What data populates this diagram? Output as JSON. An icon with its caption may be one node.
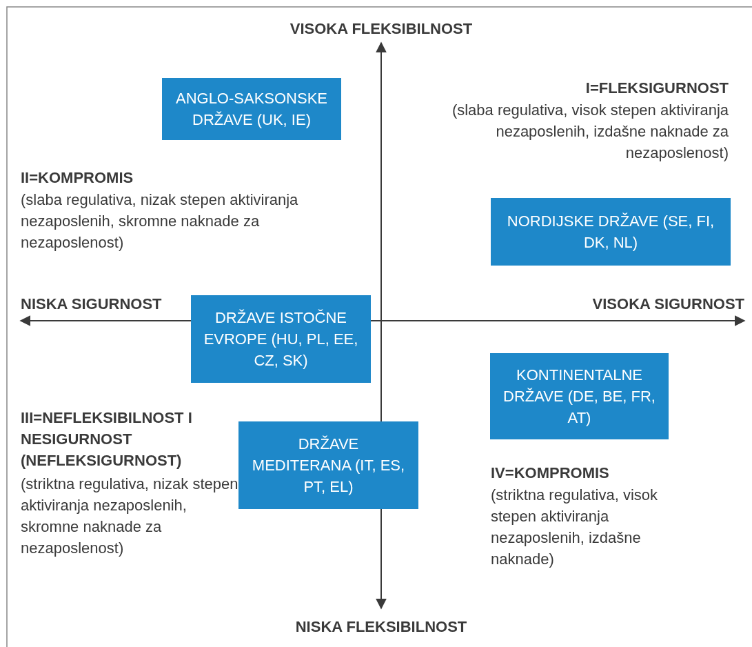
{
  "diagram": {
    "nodes": [
      {
        "text": [
          "ANGLO-SAKSONSKE DRŽAVE (UK, IE)"
        ]
      },
      {
        "text": [
          "NORDIJSKE DRŽAVE (SE, FI, DK, NL)"
        ]
      },
      {
        "text": [
          "DRŽAVE ISTOČNE EVROPE (HU, PL, EE, CZ, SK)"
        ]
      },
      {
        "text": [
          "KONTINENTALNE DRŽAVE (DE, BE, FR, AT)"
        ]
      },
      {
        "text": [
          "DRŽAVE MEDITERANA (IT, ES, PT, EL)"
        ]
      }
    ],
    "edges": [],
    "labels": [
      "VISOKA FLEKSIBILNOST",
      "I=FLEKSIGURNOST",
      "(slaba regulativa, visok stepen aktiviranja nezaposlenih, izdašne naknade za nezaposlenost)",
      "II=KOMPROMIS",
      "(slaba regulativa, nizak stepen aktiviranja nezaposlenih, skromne naknade za nezaposlenost)",
      "NISKA SIGURNOST",
      "VISOKA SIGURNOST",
      "III=NEFLEKSIBILNOST I NESIGURNOST (NEFLEKSIGURNOST)",
      "(striktna regulativa, nizak stepen aktiviranja nezaposlenih, skromne naknade za nezaposlenost)",
      "IV=KOMPROMIS",
      "(striktna regulativa, visok stepen aktiviranja nezaposlenih, izdašne naknade)",
      "NISKA FLEKSIBILNOST"
    ]
  }
}
